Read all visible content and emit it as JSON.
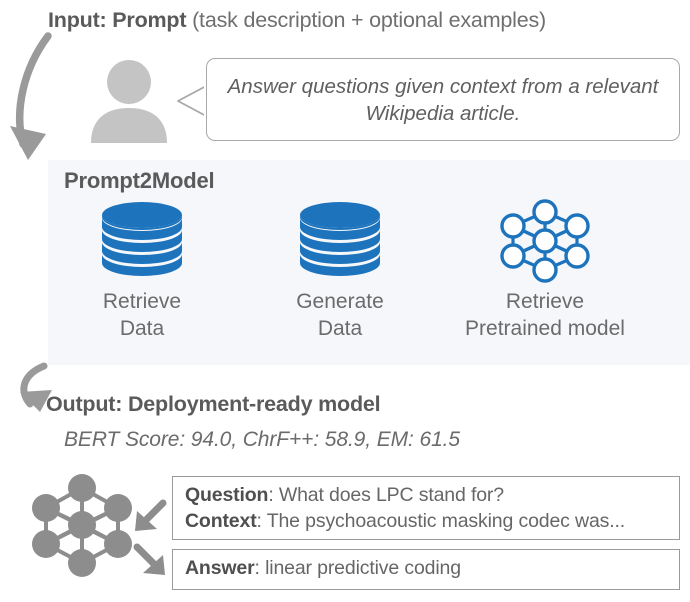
{
  "header": {
    "bold": "Input: Prompt",
    "rest": " (task description + optional examples)"
  },
  "prompt": {
    "bubble_text": "Answer questions given context from a relevant Wikipedia article.",
    "person_icon": "person-icon"
  },
  "panel": {
    "title": "Prompt2Model",
    "background_color": "#f5f7fa",
    "accent_color": "#1d74bd",
    "columns": [
      {
        "icon": "database-stack-icon",
        "caption": "Retrieve\nData"
      },
      {
        "icon": "database-stack-icon",
        "caption": "Generate\nData"
      },
      {
        "icon": "neural-network-icon",
        "caption": "Retrieve\nPretrained model"
      }
    ]
  },
  "output": {
    "heading_bold": "Output:",
    "heading_rest": " Deployment-ready model",
    "metrics": "BERT Score: 94.0, ChrF++: 58.9, EM: 61.5",
    "metrics_values": {
      "BERT Score": "94.0",
      "ChrF++": "58.9",
      "EM": "61.5"
    },
    "model_icon": "neural-network-icon",
    "examples": {
      "question_label": "Question",
      "question_text": ": What does LPC stand for?",
      "context_label": "Context",
      "context_text": ": The psychoacoustic masking codec was...",
      "answer_label": "Answer",
      "answer_text": ": linear predictive coding"
    }
  },
  "arrows": {
    "input_to_panel": "curved-arrow-down-icon",
    "panel_to_output": "curved-arrow-down-icon",
    "model_to_question": "arrow-down-left-icon",
    "model_to_answer": "arrow-down-right-icon"
  },
  "colors": {
    "blue": "#1d74bd",
    "gray_text": "#6b6b6b",
    "dark_text": "#5a5a5a",
    "icon_gray": "#8d8d8d",
    "light_gray": "#c4c4c4",
    "panel_bg": "#f5f7fa",
    "border": "#9a9a9a"
  }
}
